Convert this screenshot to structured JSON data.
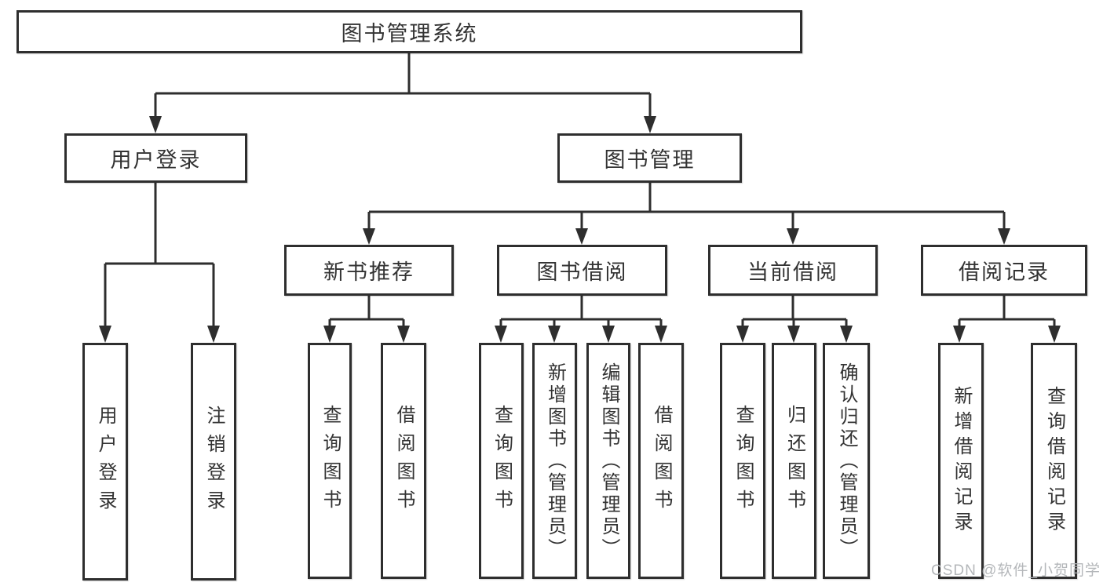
{
  "tree": {
    "label": "图书管理系统",
    "children": [
      {
        "label": "用户登录",
        "children": [
          {
            "label": "用户登录"
          },
          {
            "label": "注销登录"
          }
        ]
      },
      {
        "label": "图书管理",
        "children": [
          {
            "label": "新书推荐",
            "children": [
              {
                "label": "查询图书"
              },
              {
                "label": "借阅图书"
              }
            ]
          },
          {
            "label": "图书借阅",
            "children": [
              {
                "label": "查询图书"
              },
              {
                "label": "新增图书（管理员）"
              },
              {
                "label": "编辑图书（管理员）"
              },
              {
                "label": "借阅图书"
              }
            ]
          },
          {
            "label": "当前借阅",
            "children": [
              {
                "label": "查询图书"
              },
              {
                "label": "归还图书"
              },
              {
                "label": "确认归还（管理员）"
              }
            ]
          },
          {
            "label": "借阅记录",
            "children": [
              {
                "label": "新增借阅记录"
              },
              {
                "label": "查询借阅记录"
              }
            ]
          }
        ]
      }
    ]
  },
  "watermark": {
    "text": "CSDN @软件_小贺同学"
  },
  "colors": {
    "line": "#2e2e2e",
    "box_border": "#2e2e2e",
    "text": "#333333",
    "watermark": "#b4b7ba",
    "background": "#ffffff"
  }
}
